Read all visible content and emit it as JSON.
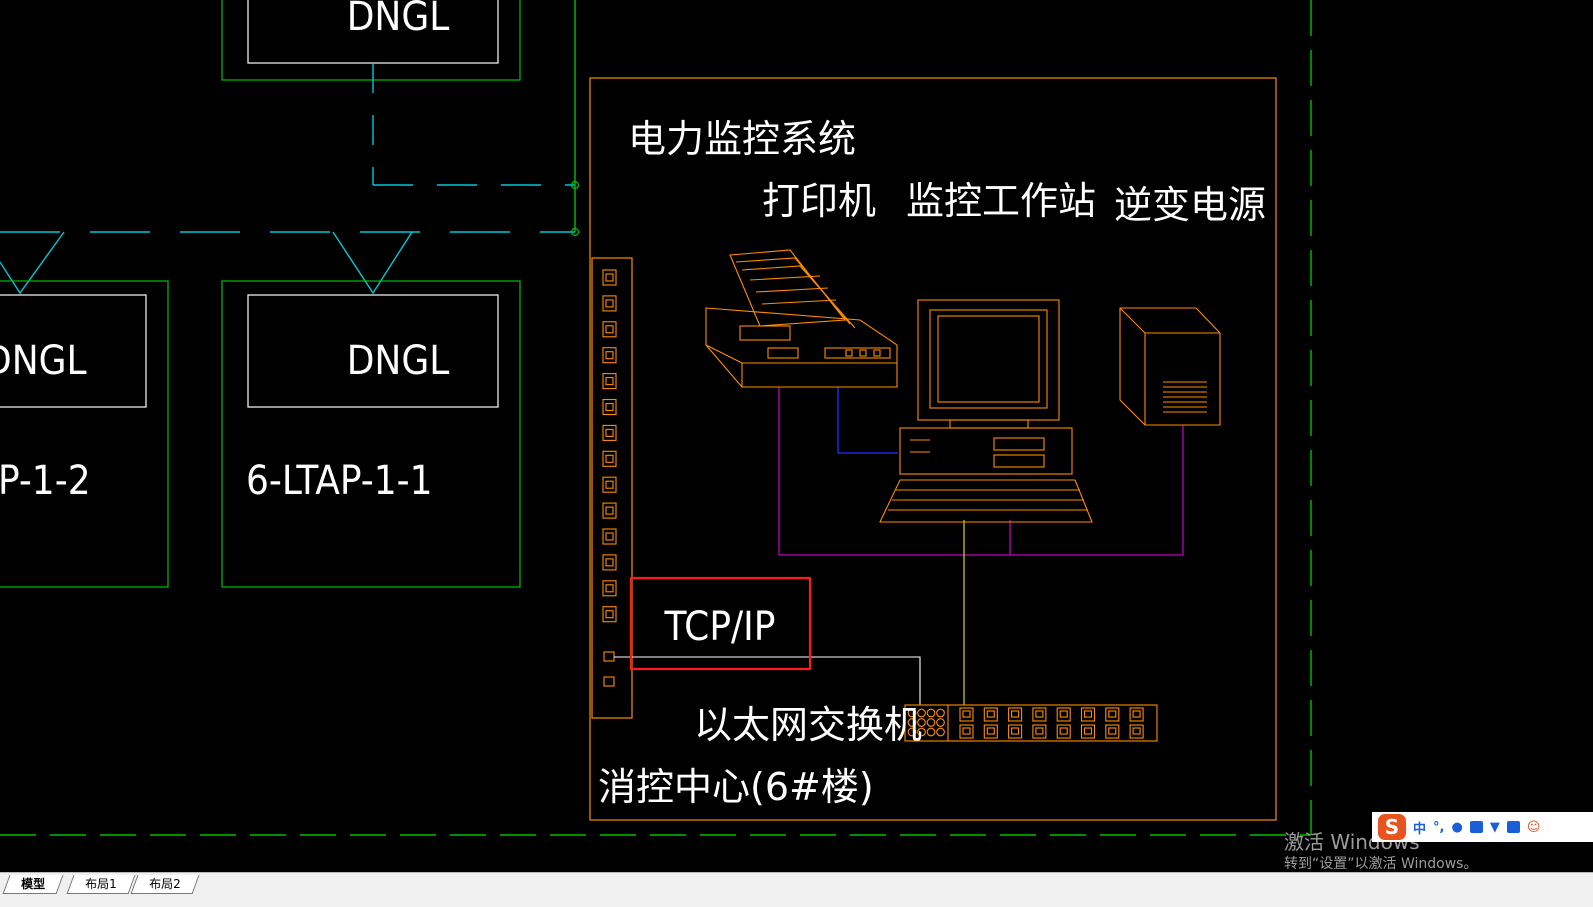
{
  "drawing": {
    "dngl_top": "DNGL",
    "dngl_left": "DNGL",
    "dngl_mid": "DNGL",
    "ltap_left": "P-1-2",
    "ltap_mid": "6-LTAP-1-1",
    "power_monitoring_title": "电力监控系统",
    "printer_label": "打印机",
    "workstation_label": "监控工作站",
    "inverter_label": "逆变电源",
    "tcpip_label": "TCP/IP",
    "switch_label": "以太网交换机",
    "fire_control_center": "消控中心(6#楼)"
  },
  "colors": {
    "background": "#000000",
    "green": "#00c000",
    "white": "#ffffff",
    "cyan": "#00c8d8",
    "orange": "#ff8c00",
    "magenta": "#c000c0",
    "yellow": "#c8c800",
    "blue": "#2030ff",
    "highlight_red": "#ff1a1a"
  },
  "tabs": [
    "模型",
    "布局1",
    "布局2"
  ],
  "ime": {
    "logo": "S",
    "mode": "中",
    "punct": "°,",
    "icons": [
      "microphone-icon",
      "keyboard-icon",
      "shirt-icon",
      "grid-icon",
      "face-icon"
    ]
  },
  "watermark": {
    "line1": "激活 Windows",
    "line2": "转到“设置”以激活 Windows。"
  }
}
